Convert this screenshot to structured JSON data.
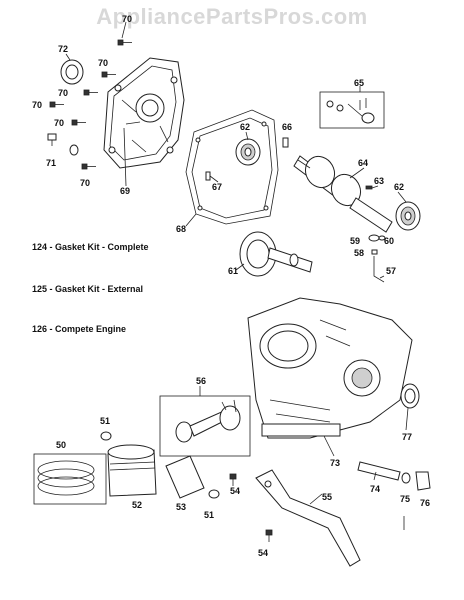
{
  "watermark": "AppliancePartsPros.com",
  "legend": [
    "124 - Gasket Kit - Complete",
    "125 - Gasket Kit - External",
    "126 - Compete Engine"
  ],
  "callouts": {
    "c70a": "70",
    "c72": "72",
    "c70b": "70",
    "c70c": "70",
    "c70d": "70",
    "c70e": "70",
    "c71": "71",
    "c70f": "70",
    "c69": "69",
    "c65": "65",
    "c62a": "62",
    "c66": "66",
    "c67": "67",
    "c68": "68",
    "c64": "64",
    "c63": "63",
    "c62b": "62",
    "c59": "59",
    "c60": "60",
    "c58": "58",
    "c57": "57",
    "c61": "61",
    "c56": "56",
    "c77": "77",
    "c51a": "51",
    "c50": "50",
    "c73": "73",
    "c52": "52",
    "c53": "53",
    "c54a": "54",
    "c51b": "51",
    "c55": "55",
    "c74": "74",
    "c75": "75",
    "c76": "76",
    "c54b": "54"
  },
  "colors": {
    "line": "#222222",
    "watermark": "#d8d8d8",
    "background": "#ffffff"
  }
}
